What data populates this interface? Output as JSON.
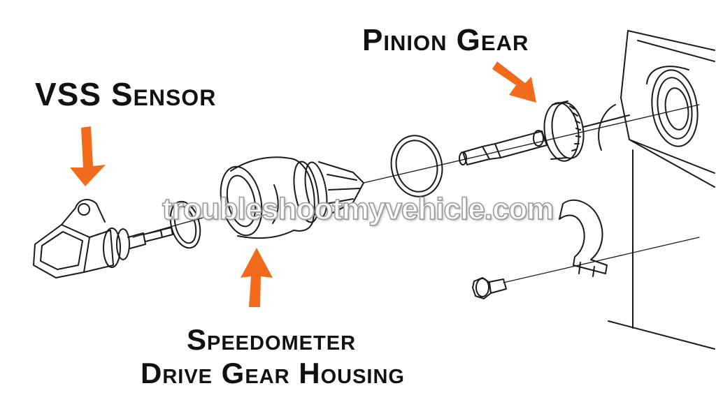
{
  "labels": {
    "vss_sensor": "VSS Sensor",
    "pinion_gear": "Pinion Gear",
    "housing_line_1": "Speedometer",
    "housing_line_2": "Drive Gear Housing"
  },
  "watermark": "troubleshootmyvehicle.com",
  "colors": {
    "arrow": "#f26b1d",
    "line_art": "#1a1a1a",
    "label_text": "#111111",
    "background": "#ffffff"
  }
}
